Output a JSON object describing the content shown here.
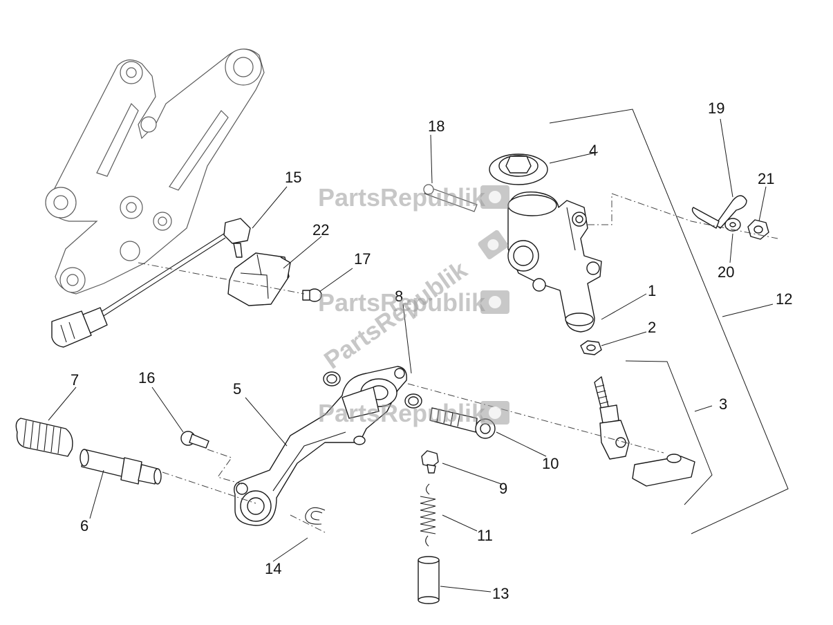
{
  "watermark": {
    "text": "PartsRepublik",
    "color": "#9a9a9a"
  },
  "callouts": [
    {
      "id": "1",
      "label": "1"
    },
    {
      "id": "2",
      "label": "2"
    },
    {
      "id": "3",
      "label": "3"
    },
    {
      "id": "4",
      "label": "4"
    },
    {
      "id": "5",
      "label": "5"
    },
    {
      "id": "6",
      "label": "6"
    },
    {
      "id": "7",
      "label": "7"
    },
    {
      "id": "8",
      "label": "8"
    },
    {
      "id": "9",
      "label": "9"
    },
    {
      "id": "10",
      "label": "10"
    },
    {
      "id": "11",
      "label": "11"
    },
    {
      "id": "12",
      "label": "12"
    },
    {
      "id": "13",
      "label": "13"
    },
    {
      "id": "14",
      "label": "14"
    },
    {
      "id": "15",
      "label": "15"
    },
    {
      "id": "16",
      "label": "16"
    },
    {
      "id": "17",
      "label": "17"
    },
    {
      "id": "18",
      "label": "18"
    },
    {
      "id": "19",
      "label": "19"
    },
    {
      "id": "20",
      "label": "20"
    },
    {
      "id": "21",
      "label": "21"
    },
    {
      "id": "22",
      "label": "22"
    }
  ]
}
